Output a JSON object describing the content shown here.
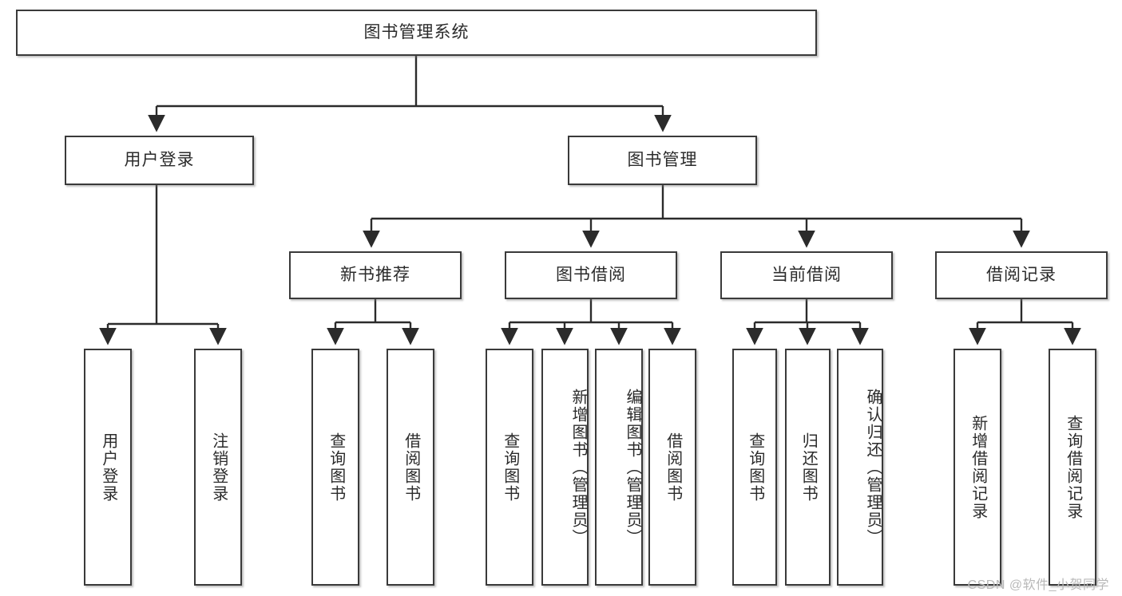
{
  "diagram": {
    "title": "图书管理系统",
    "type": "tree",
    "colors": {
      "box_border": "#3a3a3a",
      "box_fill": "#ffffff",
      "edge": "#2b2b2b",
      "watermark": "#b9b9b9",
      "background": "#ffffff"
    },
    "nodes": {
      "root": {
        "label": "图书管理系统",
        "orientation": "horizontal",
        "level": 1
      },
      "l2_user_login": {
        "label": "用户登录",
        "orientation": "horizontal",
        "level": 2
      },
      "l2_book_manage": {
        "label": "图书管理",
        "orientation": "horizontal",
        "level": 2
      },
      "l3_new_book_rec": {
        "label": "新书推荐",
        "orientation": "horizontal",
        "level": 3
      },
      "l3_book_borrow": {
        "label": "图书借阅",
        "orientation": "horizontal",
        "level": 3
      },
      "l3_current_borrow": {
        "label": "当前借阅",
        "orientation": "horizontal",
        "level": 3
      },
      "l3_borrow_record": {
        "label": "借阅记录",
        "orientation": "horizontal",
        "level": 3
      },
      "leaf_user_login": {
        "label": "用户登录",
        "orientation": "vertical",
        "level": 4
      },
      "leaf_logout": {
        "label": "注销登录",
        "orientation": "vertical",
        "level": 4
      },
      "leaf_rec_query": {
        "label": "查询图书",
        "orientation": "vertical",
        "level": 4
      },
      "leaf_rec_borrow": {
        "label": "借阅图书",
        "orientation": "vertical",
        "level": 4
      },
      "leaf_bb_query": {
        "label": "查询图书",
        "orientation": "vertical",
        "level": 4
      },
      "leaf_bb_add": {
        "label": "新增图书（管理员）",
        "orientation": "vertical",
        "level": 4
      },
      "leaf_bb_edit": {
        "label": "编辑图书（管理员）",
        "orientation": "vertical",
        "level": 4
      },
      "leaf_bb_borrow": {
        "label": "借阅图书",
        "orientation": "vertical",
        "level": 4
      },
      "leaf_cb_query": {
        "label": "查询图书",
        "orientation": "vertical",
        "level": 4
      },
      "leaf_cb_return": {
        "label": "归还图书",
        "orientation": "vertical",
        "level": 4
      },
      "leaf_cb_confirm": {
        "label": "确认归还（管理员）",
        "orientation": "vertical",
        "level": 4
      },
      "leaf_br_add": {
        "label": "新增借阅记录",
        "orientation": "vertical",
        "level": 4
      },
      "leaf_br_query": {
        "label": "查询借阅记录",
        "orientation": "vertical",
        "level": 4
      }
    },
    "edges": [
      {
        "from": "root",
        "to": "l2_user_login"
      },
      {
        "from": "root",
        "to": "l2_book_manage"
      },
      {
        "from": "l2_user_login",
        "to": "leaf_user_login"
      },
      {
        "from": "l2_user_login",
        "to": "leaf_logout"
      },
      {
        "from": "l2_book_manage",
        "to": "l3_new_book_rec"
      },
      {
        "from": "l2_book_manage",
        "to": "l3_book_borrow"
      },
      {
        "from": "l2_book_manage",
        "to": "l3_current_borrow"
      },
      {
        "from": "l2_book_manage",
        "to": "l3_borrow_record"
      },
      {
        "from": "l3_new_book_rec",
        "to": "leaf_rec_query"
      },
      {
        "from": "l3_new_book_rec",
        "to": "leaf_rec_borrow"
      },
      {
        "from": "l3_book_borrow",
        "to": "leaf_bb_query"
      },
      {
        "from": "l3_book_borrow",
        "to": "leaf_bb_add"
      },
      {
        "from": "l3_book_borrow",
        "to": "leaf_bb_edit"
      },
      {
        "from": "l3_book_borrow",
        "to": "leaf_bb_borrow"
      },
      {
        "from": "l3_current_borrow",
        "to": "leaf_cb_query"
      },
      {
        "from": "l3_current_borrow",
        "to": "leaf_cb_return"
      },
      {
        "from": "l3_current_borrow",
        "to": "leaf_cb_confirm"
      },
      {
        "from": "l3_borrow_record",
        "to": "leaf_br_add"
      },
      {
        "from": "l3_borrow_record",
        "to": "leaf_br_query"
      }
    ]
  },
  "watermark": {
    "text": "CSDN @软件_小贺同学"
  }
}
